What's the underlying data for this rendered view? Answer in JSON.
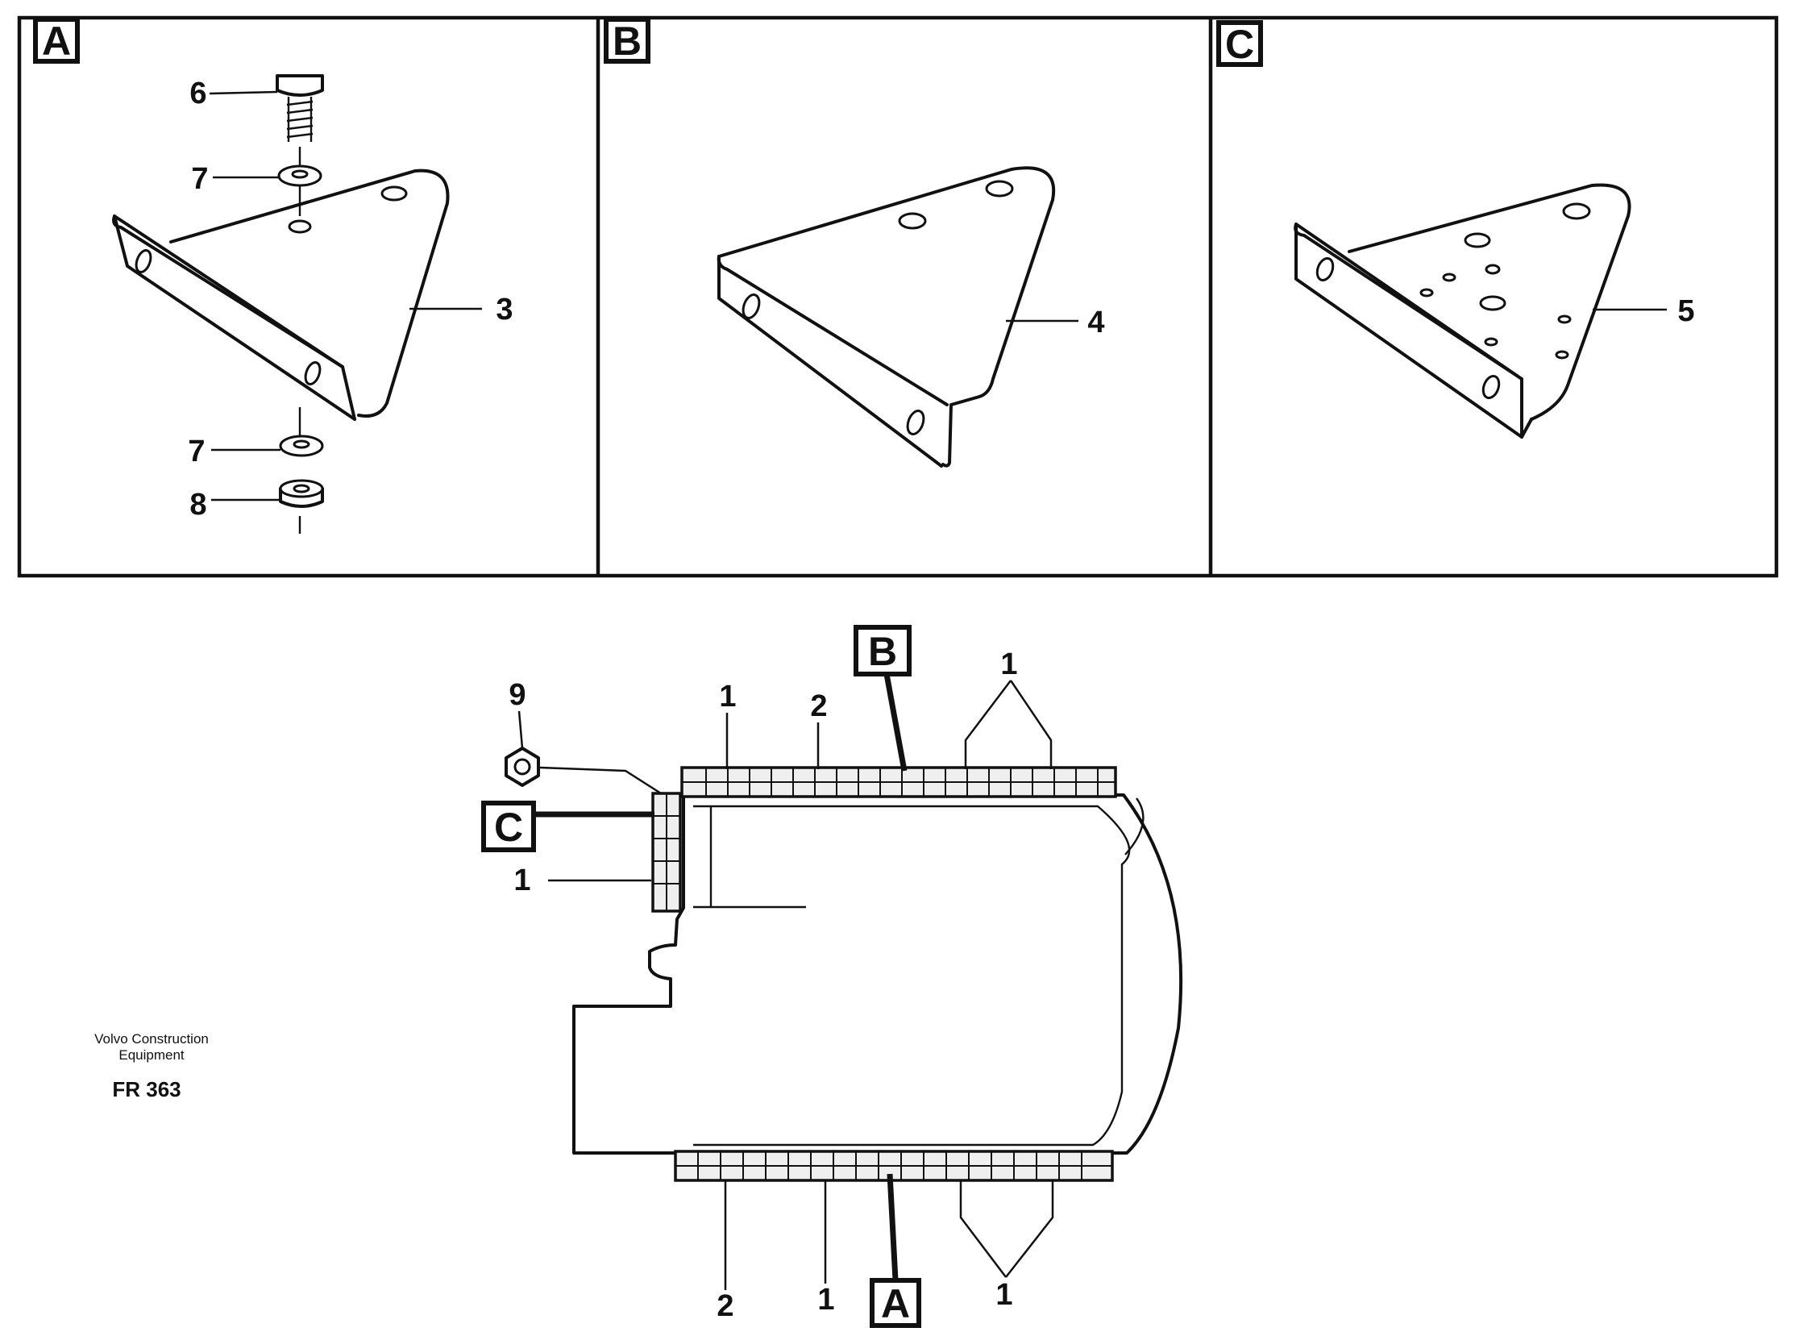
{
  "panels": [
    {
      "label": "A"
    },
    {
      "label": "B"
    },
    {
      "label": "C"
    }
  ],
  "callouts": {
    "a_bolt": "6",
    "a_washer_top": "7",
    "a_bracket": "3",
    "a_washer_bottom": "7",
    "a_nut": "8",
    "b_bracket": "4",
    "c_bracket": "5"
  },
  "assembly": {
    "nut": "9",
    "tag_b": "B",
    "tag_c": "C",
    "tag_a": "A",
    "top_pad": "1",
    "top_rubber": "2",
    "top_pads_right": "1",
    "side_pad": "1",
    "bottom_rubber": "2",
    "bottom_pad": "1",
    "bottom_pads_right": "1"
  },
  "footer": {
    "company_line1": "Volvo Construction",
    "company_line2": "Equipment",
    "code": "FR 363"
  }
}
